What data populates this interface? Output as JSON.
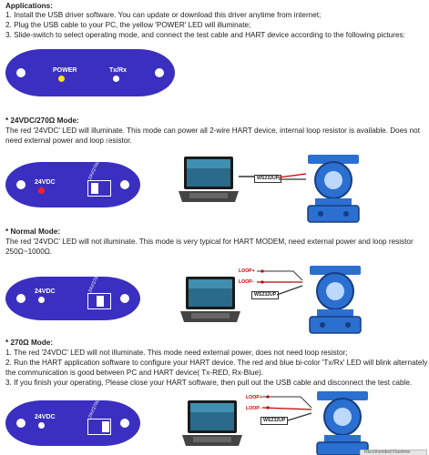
{
  "applications": {
    "title": "Applications:",
    "steps": [
      "1.  Install the USB driver software. You can update or download this driver anytime from internet;",
      "2.  Plug the USB cable to your PC, the yellow 'POWER' LED will illuminate;",
      "3.  Slide-switch to select operating mode, and connect the test cable and HART device according to the following pictures:"
    ]
  },
  "top_device": {
    "power_label": "POWER",
    "txrx_label": "Tx/Rx"
  },
  "mode_24vdc": {
    "title": "* 24VDC/270Ω Mode:",
    "text": "The red '24VDC' LED will illuminate. This mode can power all 2-wire HART device, internal loop resistor is available. Does not need external power and loop resistor."
  },
  "mode_normal": {
    "title": "* Normal Mode:",
    "text": "The red '24VDC' LED will not illuminate. This mode is very typical for HART MODEM, need external power and loop resistor 250Ω~1000Ω."
  },
  "mode_270": {
    "title": "* 270Ω Mode:",
    "lines": [
      "1. The red '24VDC' LED will not illuminate. This mode need external power, does not need loop resistor;",
      "2. Run the HART application software to configure your HART device. The red and blue bi-color 'Tx/Rx' LED will blink alternately when",
      "the communication is good between PC and HART device( Tx-RED, Rx-Blue).",
      "3. If you finish your operating, Please close your HART software, then pull out the USB cable and disconnect the test cable."
    ]
  },
  "device_labels": {
    "vdc": "24VDC",
    "switch_text": "24V/270Ω Normal 270Ω",
    "ws_tag": "WS232UP",
    "loop_plus": "LOOP+",
    "loop_minus": "LOOP-"
  },
  "footer": {
    "tab_label": "Recomended Flashmo"
  },
  "colors": {
    "device_blue": "#3a2fc0",
    "led_yellow": "#ffe600",
    "led_red": "#ff2020",
    "wire_red": "#c00000"
  }
}
